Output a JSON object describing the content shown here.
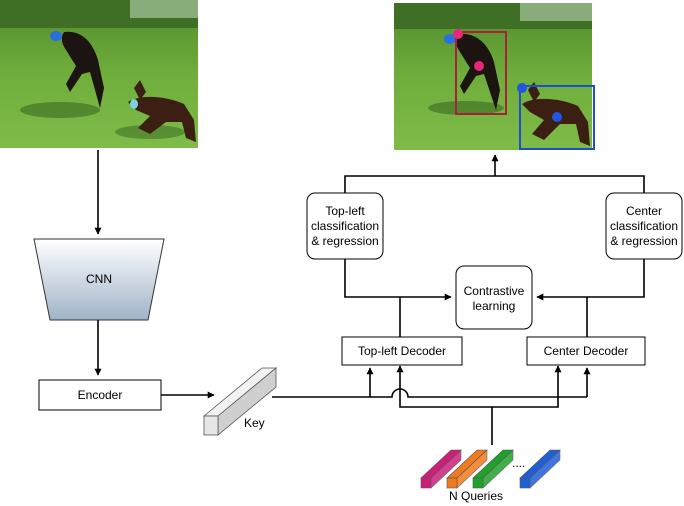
{
  "nodes": {
    "cnn": "CNN",
    "encoder": "Encoder",
    "key": "Key",
    "topleft_decoder": "Top-left Decoder",
    "center_decoder": "Center Decoder",
    "contrastive": [
      "Contrastive",
      "learning"
    ],
    "topleft_head": [
      "Top-left",
      "classification",
      "& regression"
    ],
    "center_head": [
      "Center",
      "classification",
      "& regression"
    ],
    "queries": "N Queries",
    "queries_ellipsis": "...."
  },
  "colors": {
    "query_1": "#cc1f7a",
    "query_2": "#f07a1e",
    "query_3": "#21a02c",
    "query_4": "#1f5fd6",
    "topleft_box": "#a8203a",
    "topleft_point": "#e8277a",
    "center_box": "#1f4fc8",
    "center_point": "#1f55e0"
  }
}
